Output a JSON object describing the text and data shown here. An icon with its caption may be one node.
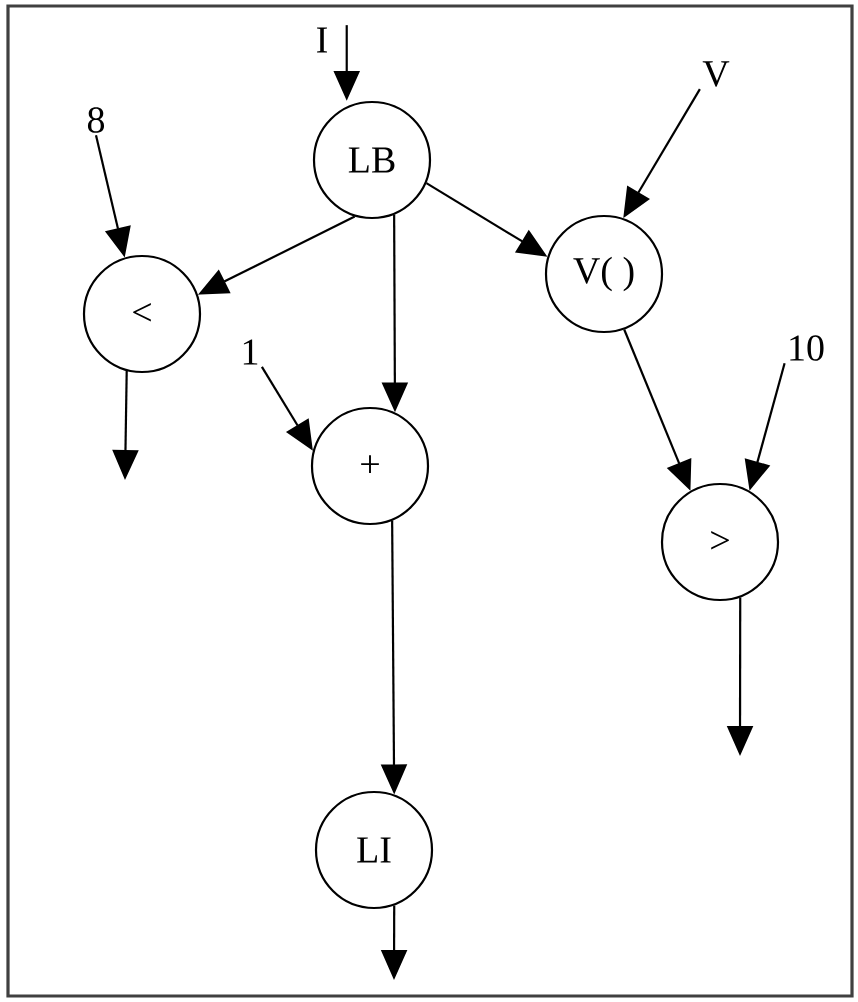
{
  "diagram": {
    "nodes": [
      {
        "text": [
          "I"
        ]
      },
      {
        "text": [
          "LB"
        ]
      },
      {
        "text": [
          "V"
        ]
      },
      {
        "text": [
          "8"
        ]
      },
      {
        "text": [
          "<"
        ]
      },
      {
        "text": [
          "V( )"
        ]
      },
      {
        "text": [
          "1"
        ]
      },
      {
        "text": [
          "10"
        ]
      },
      {
        "text": [
          "+"
        ]
      },
      {
        "text": [
          ">"
        ]
      },
      {
        "text": [
          "LI"
        ]
      }
    ],
    "edges": [
      {
        "from": 0,
        "to": 1,
        "arrow": "to"
      },
      {
        "from": 1,
        "to": 4,
        "arrow": "to"
      },
      {
        "from": 1,
        "to": 8,
        "arrow": "to"
      },
      {
        "from": 1,
        "to": 5,
        "arrow": "to"
      },
      {
        "from": 3,
        "to": 4,
        "arrow": "to"
      },
      {
        "from": 2,
        "to": 5,
        "arrow": "to"
      },
      {
        "from": 6,
        "to": 8,
        "arrow": "to"
      },
      {
        "from": 5,
        "to": 9,
        "arrow": "to"
      },
      {
        "from": 7,
        "to": 9,
        "arrow": "to"
      },
      {
        "from": 8,
        "to": 10,
        "arrow": "to"
      },
      {
        "from": 4,
        "to": null,
        "arrow": "to"
      },
      {
        "from": 9,
        "to": null,
        "arrow": "to"
      },
      {
        "from": 10,
        "to": null,
        "arrow": "to"
      }
    ]
  }
}
